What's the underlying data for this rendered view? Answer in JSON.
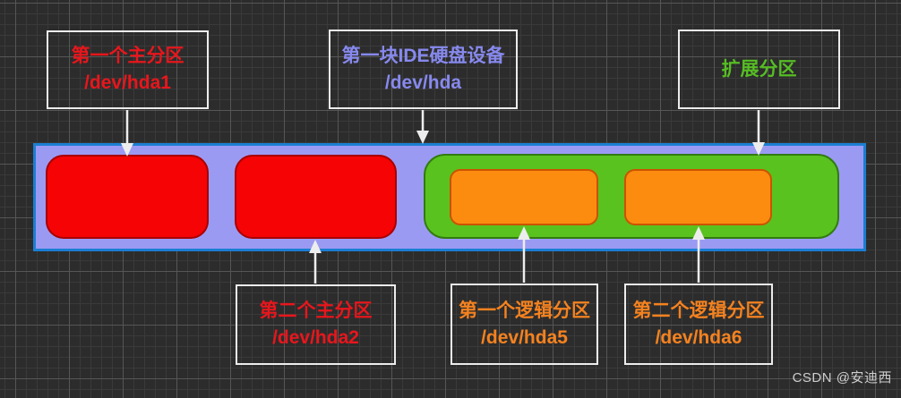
{
  "watermark": "CSDN @安迪西",
  "labels": {
    "primary1": {
      "name": "第一个主分区",
      "device": "/dev/hda1"
    },
    "disk": {
      "name": "第一块IDE硬盘设备",
      "device": "/dev/hda"
    },
    "extended": {
      "name": "扩展分区"
    },
    "primary2": {
      "name": "第二个主分区",
      "device": "/dev/hda2"
    },
    "logical1": {
      "name": "第一个逻辑分区",
      "device": "/dev/hda5"
    },
    "logical2": {
      "name": "第二个逻辑分区",
      "device": "/dev/hda6"
    }
  },
  "colors": {
    "background": "#2c2c2c",
    "grid_minor": "#3a3a3a",
    "grid_major": "#565656",
    "primary_label_text": "#e8161c",
    "disk_label_text": "#8789ee",
    "extended_label_text": "#56bd24",
    "logical_label_text": "#f5821f",
    "disk_bar_fill": "#9b9af3",
    "disk_bar_border": "#1b7ed2",
    "primary_partition_fill": "#f50305",
    "primary_partition_border": "#a80000",
    "extended_partition_fill": "#5ac21e",
    "extended_partition_border": "#317c10",
    "logical_partition_fill": "#fb8c0f",
    "logical_partition_border": "#cc5200",
    "callout_box_border": "#ececec",
    "arrow": "#ededed",
    "watermark_text": "#cfcfcf"
  }
}
